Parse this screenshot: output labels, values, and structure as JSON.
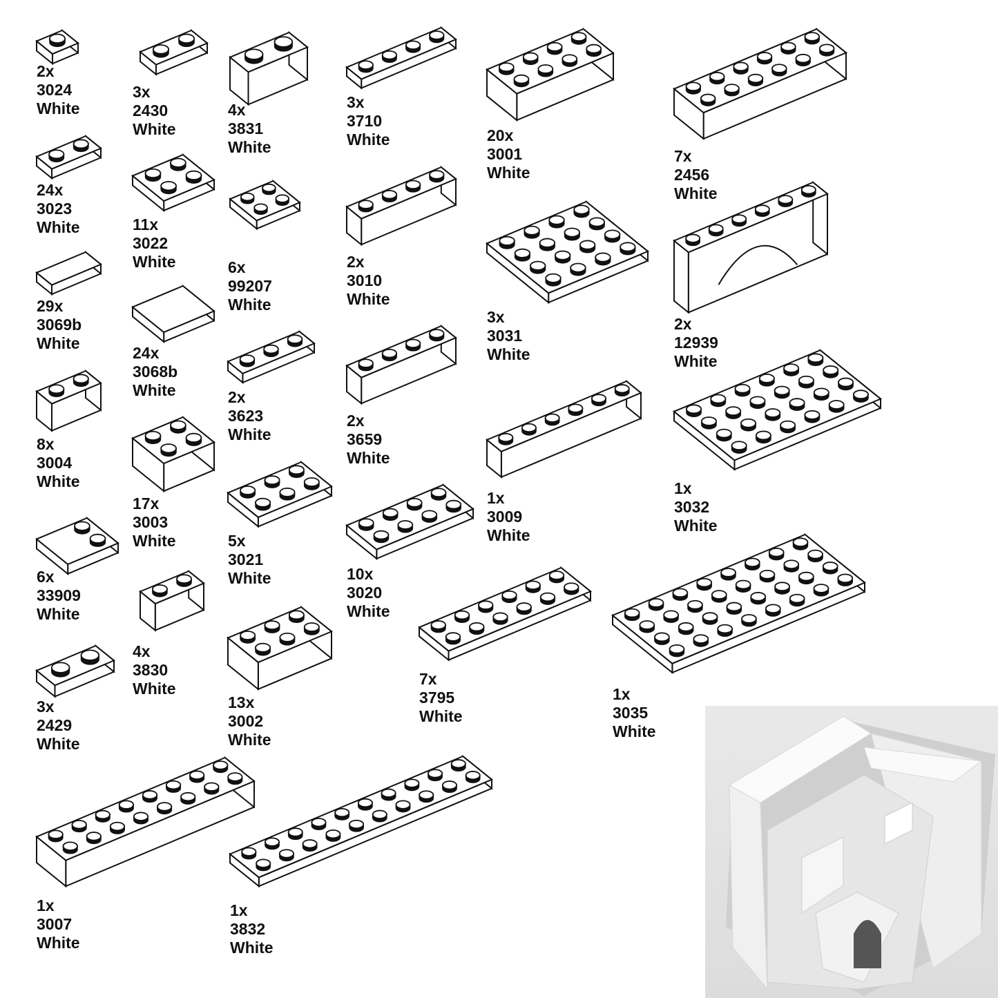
{
  "parts": [
    {
      "qty": "2x",
      "id": "3024",
      "color": "White"
    },
    {
      "qty": "24x",
      "id": "3023",
      "color": "White"
    },
    {
      "qty": "29x",
      "id": "3069b",
      "color": "White"
    },
    {
      "qty": "8x",
      "id": "3004",
      "color": "White"
    },
    {
      "qty": "6x",
      "id": "33909",
      "color": "White"
    },
    {
      "qty": "3x",
      "id": "2429",
      "color": "White"
    },
    {
      "qty": "1x",
      "id": "3007",
      "color": "White"
    },
    {
      "qty": "3x",
      "id": "2430",
      "color": "White"
    },
    {
      "qty": "11x",
      "id": "3022",
      "color": "White"
    },
    {
      "qty": "24x",
      "id": "3068b",
      "color": "White"
    },
    {
      "qty": "17x",
      "id": "3003",
      "color": "White"
    },
    {
      "qty": "4x",
      "id": "3830",
      "color": "White"
    },
    {
      "qty": "4x",
      "id": "3831",
      "color": "White"
    },
    {
      "qty": "6x",
      "id": "99207",
      "color": "White"
    },
    {
      "qty": "2x",
      "id": "3623",
      "color": "White"
    },
    {
      "qty": "5x",
      "id": "3021",
      "color": "White"
    },
    {
      "qty": "13x",
      "id": "3002",
      "color": "White"
    },
    {
      "qty": "1x",
      "id": "3832",
      "color": "White"
    },
    {
      "qty": "3x",
      "id": "3710",
      "color": "White"
    },
    {
      "qty": "2x",
      "id": "3010",
      "color": "White"
    },
    {
      "qty": "2x",
      "id": "3659",
      "color": "White"
    },
    {
      "qty": "10x",
      "id": "3020",
      "color": "White"
    },
    {
      "qty": "7x",
      "id": "3795",
      "color": "White"
    },
    {
      "qty": "20x",
      "id": "3001",
      "color": "White"
    },
    {
      "qty": "3x",
      "id": "3031",
      "color": "White"
    },
    {
      "qty": "1x",
      "id": "3009",
      "color": "White"
    },
    {
      "qty": "1x",
      "id": "3035",
      "color": "White"
    },
    {
      "qty": "7x",
      "id": "2456",
      "color": "White"
    },
    {
      "qty": "2x",
      "id": "12939",
      "color": "White"
    },
    {
      "qty": "1x",
      "id": "3032",
      "color": "White"
    }
  ],
  "colors": {
    "outline": "#111111",
    "render_bg": "#e2e2e2",
    "brick_face": "#f4f4f4"
  }
}
